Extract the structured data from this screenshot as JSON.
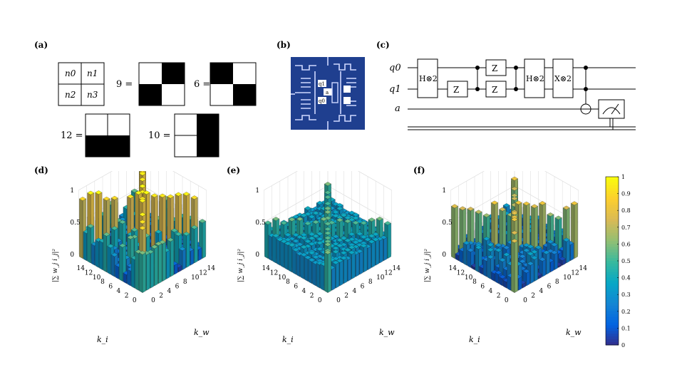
{
  "panels": {
    "a": {
      "label": "(a)",
      "cells": [
        "n0",
        "n1",
        "n2",
        "n3"
      ],
      "patterns": [
        {
          "label": "9 =",
          "value": 9,
          "bits": [
            0,
            1,
            1,
            0
          ]
        },
        {
          "label": "6 =",
          "value": 6,
          "bits": [
            1,
            0,
            0,
            1
          ]
        },
        {
          "label": "12 =",
          "value": 12,
          "bits": [
            0,
            0,
            1,
            1
          ]
        },
        {
          "label": "10 =",
          "value": 10,
          "bits": [
            0,
            1,
            0,
            1
          ]
        }
      ]
    },
    "b": {
      "label": "(b)",
      "chip_labels": [
        "q1",
        "a",
        "q0"
      ]
    },
    "c": {
      "label": "(c)",
      "wires": [
        "q0",
        "q1",
        "a"
      ],
      "gates": {
        "h2": "H⊗2",
        "z": "Z",
        "x2": "X⊗2"
      }
    },
    "d": {
      "label": "(d)"
    },
    "e": {
      "label": "(e)"
    },
    "f": {
      "label": "(f)"
    }
  },
  "plot_axes": {
    "zlabel": "|∑ w_j i_j|²",
    "zticks": [
      "0",
      "0.5",
      "1"
    ],
    "ki_label": "k_i",
    "kw_label": "k_w",
    "ki_ticks": [
      "0",
      "2",
      "4",
      "6",
      "8",
      "10",
      "12",
      "14"
    ],
    "kw_ticks": [
      "0",
      "2",
      "4",
      "6",
      "8",
      "10",
      "12",
      "14"
    ]
  },
  "colorbar": {
    "ticks": [
      "0",
      "0.1",
      "0.2",
      "0.3",
      "0.4",
      "0.5",
      "0.6",
      "0.7",
      "0.8",
      "0.9",
      "1"
    ],
    "colors": [
      "#352a87",
      "#0363e1",
      "#1485d4",
      "#06a7c6",
      "#38b99e",
      "#92bf73",
      "#d9ba56",
      "#fcce2e",
      "#f9fb0e"
    ]
  }
}
